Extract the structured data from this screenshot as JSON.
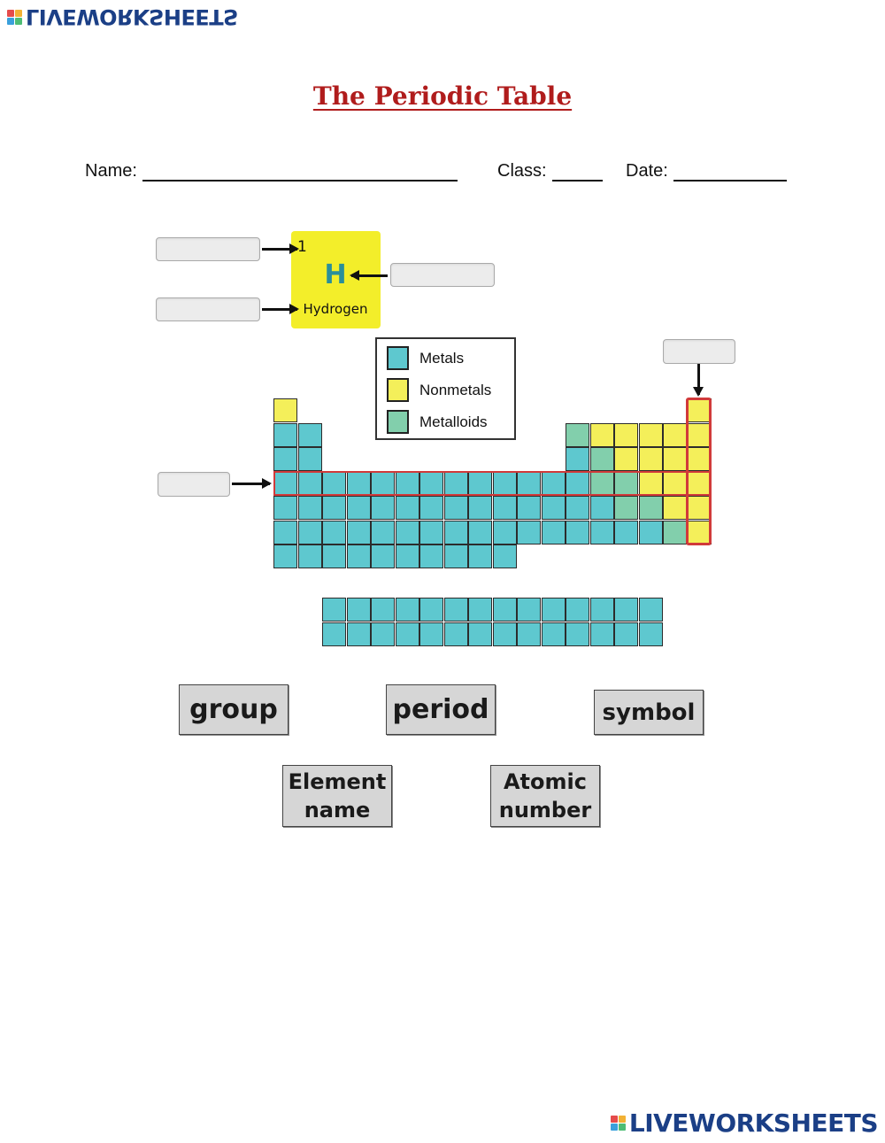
{
  "brand": {
    "name": "LIVEWORKSHEETS",
    "tile_colors": [
      "#e54b4b",
      "#f2b134",
      "#3aa0dc",
      "#4dbd74"
    ],
    "text_color": "#1b3f86"
  },
  "worksheet": {
    "title": "The Periodic Table",
    "title_color": "#b01c1c",
    "name_label": "Name:",
    "class_label": "Class:",
    "date_label": "Date:"
  },
  "element_tile": {
    "atomic_number": "1",
    "symbol": "H",
    "name": "Hydrogen",
    "tile_color": "#f3ee2a",
    "symbol_color": "#2a8f9a"
  },
  "legend": {
    "items": [
      {
        "label": "Metals",
        "color": "#5ec8cf"
      },
      {
        "label": "Nonmetals",
        "color": "#f4ef5a"
      },
      {
        "label": "Metalloids",
        "color": "#82cfac"
      }
    ]
  },
  "answer_boxes": [
    "atomic-number-answer",
    "symbol-answer",
    "element-name-answer",
    "group-answer",
    "period-answer"
  ],
  "highlights": {
    "color": "#d13a3a",
    "period_row": 4,
    "group_column": 18
  },
  "word_bank": [
    {
      "id": "group",
      "label": "group"
    },
    {
      "id": "period",
      "label": "period"
    },
    {
      "id": "symbol",
      "label": "symbol"
    },
    {
      "id": "element-name",
      "label": "Element\nname"
    },
    {
      "id": "atomic-number",
      "label": "Atomic\nnumber"
    }
  ]
}
